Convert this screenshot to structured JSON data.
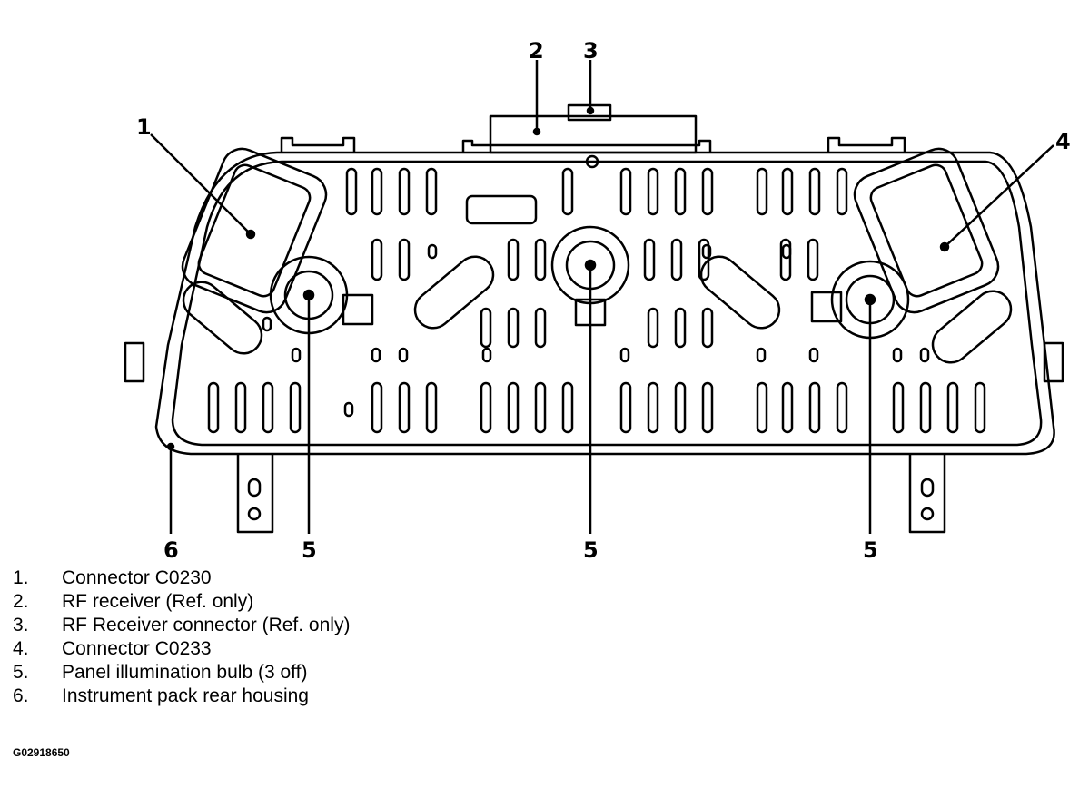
{
  "callouts": [
    "1",
    "2",
    "3",
    "4",
    "5",
    "5",
    "5",
    "6"
  ],
  "legend": [
    {
      "num": "1.",
      "text": "Connector C0230"
    },
    {
      "num": "2.",
      "text": "RF receiver (Ref. only)"
    },
    {
      "num": "3.",
      "text": "RF Receiver connector (Ref. only)"
    },
    {
      "num": "4.",
      "text": "Connector C0233"
    },
    {
      "num": "5.",
      "text": "Panel illumination bulb (3 off)"
    },
    {
      "num": "6.",
      "text": "Instrument pack rear housing"
    }
  ],
  "ref_code": "G02918650"
}
